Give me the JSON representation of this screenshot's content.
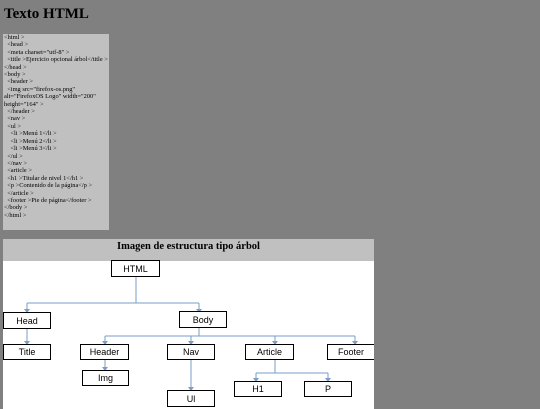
{
  "page": {
    "title": "Texto HTML"
  },
  "code": {
    "lines": [
      "<html >",
      "  <head >",
      "  <meta charset=\"utf-8\" >",
      "  <title >Ejercicio opcional árbol</title >",
      "</head >",
      "<body >",
      "  <header >",
      "  <img src=\"firefox-os.png\" alt=\"FirefoxOS Logo\" width=\"200\" height=\"164\" >",
      "  </header >",
      "  <nav >",
      "  <ul >",
      "    <li >Menú 1</li >",
      "    <li >Menú 2</li >",
      "    <li >Menú 3</li >",
      "  </ul >",
      "  </nav >",
      "  <article >",
      "  <h1 >Titular de nivel 1</h1 >",
      "  <p >Contenido de la página</p >",
      "  </article >",
      "  <footer >Pie de página</footer >",
      "</body >",
      "</html >"
    ]
  },
  "tree": {
    "heading": "Imagen de estructura tipo árbol",
    "nodes": {
      "html": "HTML",
      "head": "Head",
      "body": "Body",
      "title": "Title",
      "header": "Header",
      "nav": "Nav",
      "article": "Article",
      "footer": "Footer",
      "img": "Img",
      "ul": "Ul",
      "h1": "H1",
      "p": "P"
    },
    "line_color": "#7a9cc8"
  }
}
